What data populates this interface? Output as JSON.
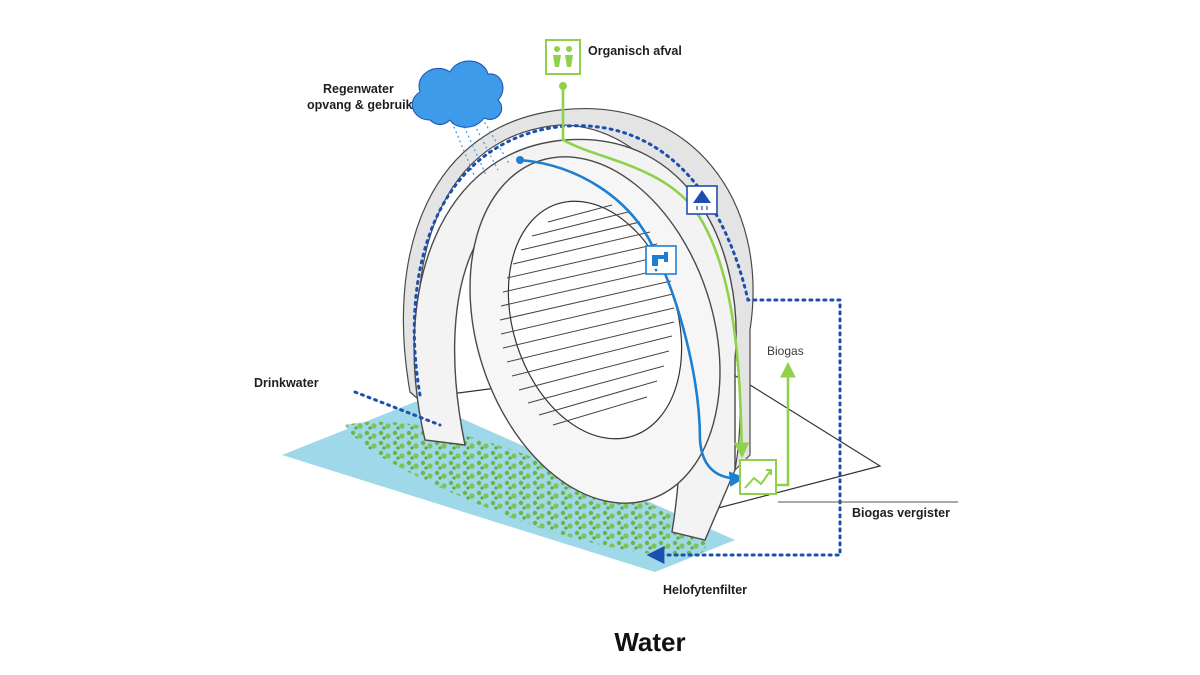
{
  "title": "Water",
  "labels": {
    "organic_waste": "Organisch afval",
    "rainwater_line1": "Regenwater",
    "rainwater_line2": "opvang & gebruik",
    "drinking_water": "Drinkwater",
    "biogas": "Biogas",
    "biogas_digester": "Biogas vergister",
    "helophyte_filter": "Helofytenfilter"
  },
  "icons": {
    "organic_waste": "toilet-people-icon",
    "shower": "shower-icon",
    "tap": "water-tap-icon",
    "digester": "biogas-digester-icon",
    "cloud": "rain-cloud-icon"
  },
  "colors": {
    "water_blue": "#1e7fd1",
    "dotted_blue": "#1c4fb0",
    "organic_green": "#8fd14a",
    "cloud": "#3d9be9",
    "pond": "#9fd8e8",
    "vegetation": "#6ab33c",
    "structure_fill": "#f3f3f3",
    "structure_stroke": "#4a4a4a"
  }
}
